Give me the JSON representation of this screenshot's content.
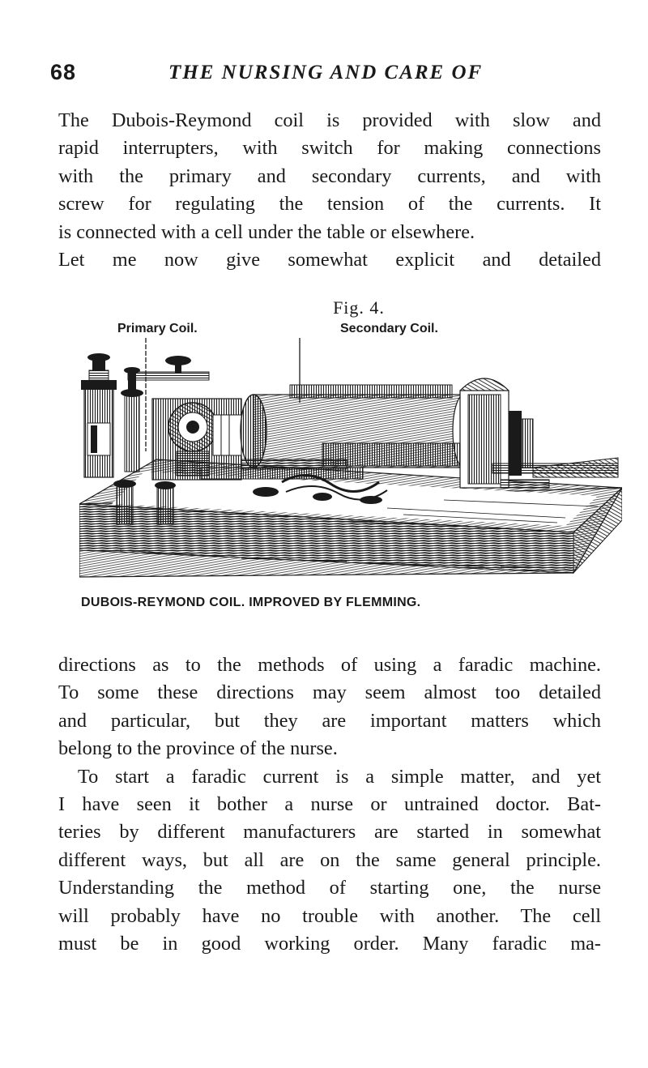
{
  "running_head": {
    "page_number": "68",
    "title": "THE NURSING AND CARE OF"
  },
  "paragraphs_top": [
    "The Dubois-Reymond coil is provided with slow and",
    "rapid interrupters, with switch for making connections",
    "with the primary and secondary currents, and with",
    "screw for regulating the tension of the currents. It",
    "is connected with a cell under the table or elsewhere.",
    "Let me now give somewhat explicit and detailed"
  ],
  "figure": {
    "label": "Fig. 4.",
    "primary_label": "Primary Coil.",
    "secondary_label": "Secondary Coil.",
    "caption": "DUBOIS-REYMOND COIL. IMPROVED BY FLEMMING.",
    "icon": "induction-coil-engraving"
  },
  "paragraphs_bottom": [
    "directions as to the methods of using a faradic machine.",
    "To some these directions may seem almost too detailed",
    "and particular, but they are important matters which",
    "belong to the province of the nurse.",
    "To start a faradic current is a simple matter, and yet",
    "I have seen it bother a nurse or untrained doctor. Bat-",
    "teries by different manufacturers are started in somewhat",
    "different ways, but all are on the same general principle.",
    "Understanding the method of starting one, the nurse",
    "will probably have no trouble with another. The cell",
    "must be in good working order. Many faradic ma-"
  ],
  "colors": {
    "ink": "#1a1a1a",
    "paper": "#ffffff"
  }
}
